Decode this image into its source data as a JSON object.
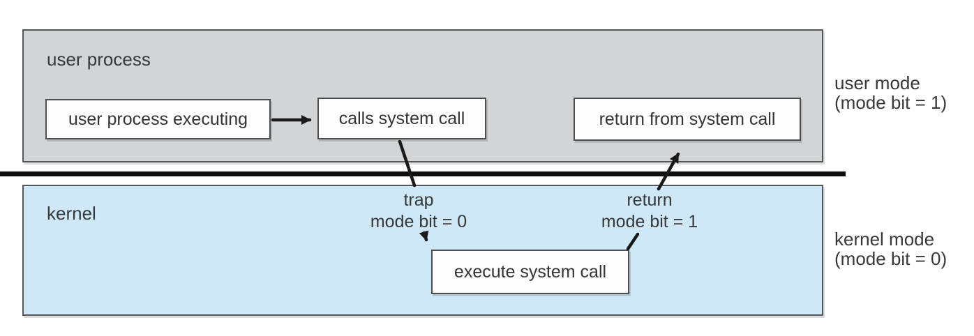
{
  "diagram": {
    "title_semantic": "transition from user to kernel mode via system call",
    "user_region": {
      "label": "user process",
      "boxes": {
        "executing": "user process executing",
        "calls": "calls system call",
        "return_from": "return from system call"
      }
    },
    "kernel_region": {
      "label": "kernel",
      "boxes": {
        "execute": "execute system call"
      },
      "trap_label": {
        "line1": "trap",
        "line2": "mode bit = 0"
      },
      "return_label": {
        "line1": "return",
        "line2": "mode bit = 1"
      }
    },
    "side_labels": {
      "user_mode": {
        "line1": "user mode",
        "line2": "(mode bit = 1)"
      },
      "kernel_mode": {
        "line1": "kernel mode",
        "line2": "(mode bit = 0)"
      }
    },
    "colors": {
      "user_region_fill": "#d3d4d5",
      "kernel_region_fill": "#cfe8f7",
      "region_border": "#54565a",
      "step_box_fill": "#fdfdfe",
      "step_box_border": "#4b4d50",
      "divider": "#0e0e0f",
      "connector": "#1a1a1b",
      "text": "#37383a"
    }
  }
}
